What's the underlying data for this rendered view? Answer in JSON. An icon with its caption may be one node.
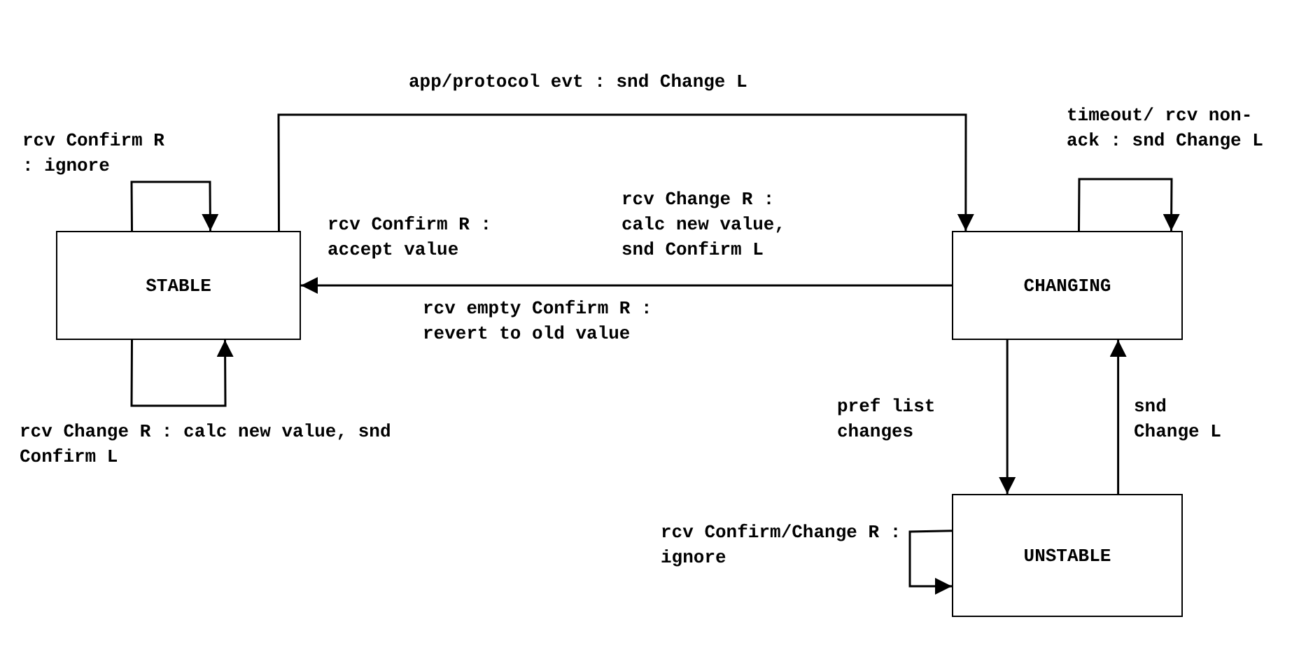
{
  "diagram": {
    "nodes": [
      {
        "text": [
          "STABLE"
        ]
      },
      {
        "text": [
          "CHANGING"
        ]
      },
      {
        "text": [
          "UNSTABLE"
        ]
      }
    ],
    "edges": [
      {
        "from": 0,
        "to": 0,
        "arrow": "to",
        "label": "rcv Confirm R : ignore"
      },
      {
        "from": 0,
        "to": 1,
        "arrow": "to",
        "label": "app/protocol evt : snd Change L"
      },
      {
        "from": 1,
        "to": 1,
        "arrow": "to",
        "label": "timeout/ rcv non-ack : snd Change L"
      },
      {
        "from": 1,
        "to": 0,
        "arrow": "to",
        "label": "rcv Change R : calc new value, snd Confirm L"
      },
      {
        "from": 0,
        "to": 0,
        "arrow": "to",
        "label": "rcv Change R : calc new value, snd Confirm L"
      },
      {
        "from": 1,
        "to": 2,
        "arrow": "to",
        "label": "pref list changes"
      },
      {
        "from": 2,
        "to": 1,
        "arrow": "to",
        "label": "snd Change L"
      },
      {
        "from": 2,
        "to": 2,
        "arrow": "to",
        "label": "rcv Confirm/Change R : ignore"
      }
    ],
    "labels": [
      "rcv Confirm R : accept value",
      "rcv empty Confirm R : revert to old value"
    ]
  }
}
